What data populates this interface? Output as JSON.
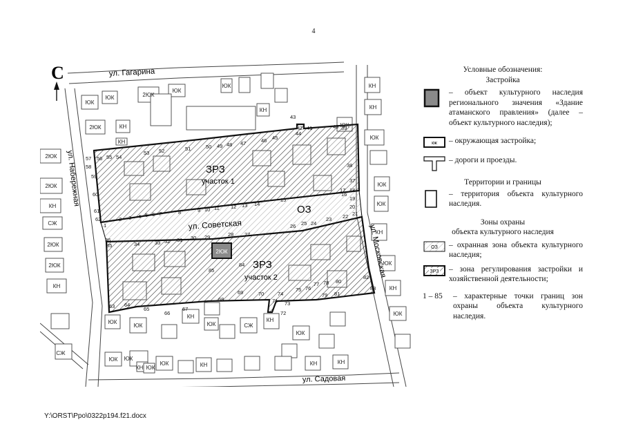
{
  "page": {
    "number": "4",
    "footer_path": "Y:\\ORST\\Ppo\\0322p194.f21.docx"
  },
  "legend": {
    "title": "Условные обозначения:",
    "section_buildings": "Застройка",
    "heritage_object": "– объект культурного наследия регионального значения «Здание атаманского правления» (далее – объект культурного наследия);",
    "surrounding_tag": "кж",
    "surrounding": "– окружающая застройка;",
    "roads": "– дороги и проезды.",
    "section_territories": "Территории и границы",
    "territory": "– территория объекта культурного наследия.",
    "section_zones": "Зоны охраны",
    "section_zones_sub": "объекта культурного наследия",
    "oz_tag": "ОЗ",
    "protection_zone": "– охранная зона объекта культурного наследия;",
    "zrz_tag": "ЗРЗ",
    "regulation_zone": "– зона регулирования застройки и хозяйственной деятельности;",
    "points_range": "1 – 85",
    "points": "– характерные точки границ зон охраны объекта культурного наследия."
  },
  "map": {
    "north": "С",
    "streets": {
      "gagarina": "ул. Гагарина",
      "naberezhnaya": "ул. Набережная",
      "sovetskaya": "ул. Советская",
      "moskovskaya": "ул. Московская",
      "sadovaya": "ул. Садовая"
    },
    "zones": {
      "zrz1": "ЗРЗ",
      "zrz1_sub": "участок 1",
      "oz": "ОЗ",
      "zrz2": "ЗРЗ",
      "zrz2_sub": "участок 2",
      "heritage_label": "2ЮК"
    },
    "building_labels": [
      {
        "id": "b1",
        "text": "ЮК"
      },
      {
        "id": "b2",
        "text": "ЮК"
      },
      {
        "id": "b3",
        "text": "2ЮК"
      },
      {
        "id": "b4",
        "text": "ЮК"
      },
      {
        "id": "b5",
        "text": "ЮК"
      },
      {
        "id": "b6",
        "text": "КН"
      },
      {
        "id": "b7",
        "text": "2ЮК"
      },
      {
        "id": "b8",
        "text": "КН"
      },
      {
        "id": "b9",
        "text": "2ЮК"
      },
      {
        "id": "b10",
        "text": "КН"
      },
      {
        "id": "b11",
        "text": "КН"
      },
      {
        "id": "b12",
        "text": "2ЮК"
      },
      {
        "id": "b13",
        "text": "СЖ"
      },
      {
        "id": "b14",
        "text": "2ЮК"
      },
      {
        "id": "b15",
        "text": "СЖ"
      },
      {
        "id": "b16",
        "text": "2ЮК"
      },
      {
        "id": "b17",
        "text": "КН"
      },
      {
        "id": "b18",
        "text": "ЮК"
      },
      {
        "id": "b19",
        "text": "КН"
      },
      {
        "id": "b20",
        "text": "КН"
      },
      {
        "id": "b21",
        "text": "ЮК"
      },
      {
        "id": "b22",
        "text": "ЮК"
      },
      {
        "id": "b23",
        "text": "ЮК"
      },
      {
        "id": "b24",
        "text": "КН"
      },
      {
        "id": "b25",
        "text": "ЮК"
      },
      {
        "id": "b26",
        "text": "КН"
      },
      {
        "id": "b27",
        "text": "ЮК"
      },
      {
        "id": "b28",
        "text": "ЮК"
      },
      {
        "id": "b29",
        "text": "ЮК"
      },
      {
        "id": "b30",
        "text": "КН"
      },
      {
        "id": "b31",
        "text": "ЮК"
      },
      {
        "id": "b32",
        "text": "СЖ"
      },
      {
        "id": "b33",
        "text": "ЮК"
      },
      {
        "id": "b34",
        "text": "ЮК"
      },
      {
        "id": "b35",
        "text": "ЮК"
      },
      {
        "id": "b36",
        "text": "КН"
      },
      {
        "id": "b37",
        "text": "ЮК"
      },
      {
        "id": "b38",
        "text": "КН"
      },
      {
        "id": "b39",
        "text": "КН"
      },
      {
        "id": "b40",
        "text": "ЮК"
      },
      {
        "id": "b41",
        "text": "КН"
      },
      {
        "id": "b42",
        "text": "КН"
      }
    ],
    "points": {
      "p1": "1",
      "p2": "2",
      "p3": "3",
      "p4": "4",
      "p5": "5",
      "p6": "6",
      "p7": "7",
      "p8": "8",
      "p9": "9",
      "p10": "10",
      "p11": "11",
      "p12": "12",
      "p13": "13",
      "p14": "14",
      "p15": "15",
      "p16": "16",
      "p17": "17",
      "p18": "18",
      "p19": "19",
      "p20": "20",
      "p21": "21",
      "p22": "22",
      "p23": "23",
      "p24": "24",
      "p25": "25",
      "p26": "26",
      "p27": "27",
      "p28": "28",
      "p29": "29",
      "p30": "30",
      "p31": "31",
      "p32": "32",
      "p33": "33",
      "p34": "34",
      "p35": "35",
      "p36": "36",
      "p37": "37",
      "p38": "38",
      "p39": "39",
      "p40": "40",
      "p41": "41",
      "p42": "42",
      "p43": "43",
      "p44": "44",
      "p45": "45",
      "p46": "46",
      "p47": "47",
      "p48": "48",
      "p49": "49",
      "p50": "50",
      "p51": "51",
      "p52": "52",
      "p53": "53",
      "p54": "54",
      "p55": "55",
      "p56": "56",
      "p57": "57",
      "p58": "58",
      "p59": "59",
      "p60": "60",
      "p61": "61",
      "p62": "62",
      "p63": "63",
      "p64": "64",
      "p65": "65",
      "p66": "66",
      "p67": "67",
      "p68": "68",
      "p69": "69",
      "p70": "70",
      "p71": "71",
      "p72": "72",
      "p73": "73",
      "p74": "74",
      "p75": "75",
      "p76": "76",
      "p77": "77",
      "p78": "78",
      "p79": "79",
      "p80": "80",
      "p81": "81",
      "p82": "82",
      "p83": "83",
      "p84": "84",
      "p85": "85"
    }
  },
  "colors": {
    "heritage_fill": "#8a8a8a",
    "oz_hatch": "#9a9a9a",
    "zrz_hatch": "#333333",
    "boundary": "#111111"
  }
}
